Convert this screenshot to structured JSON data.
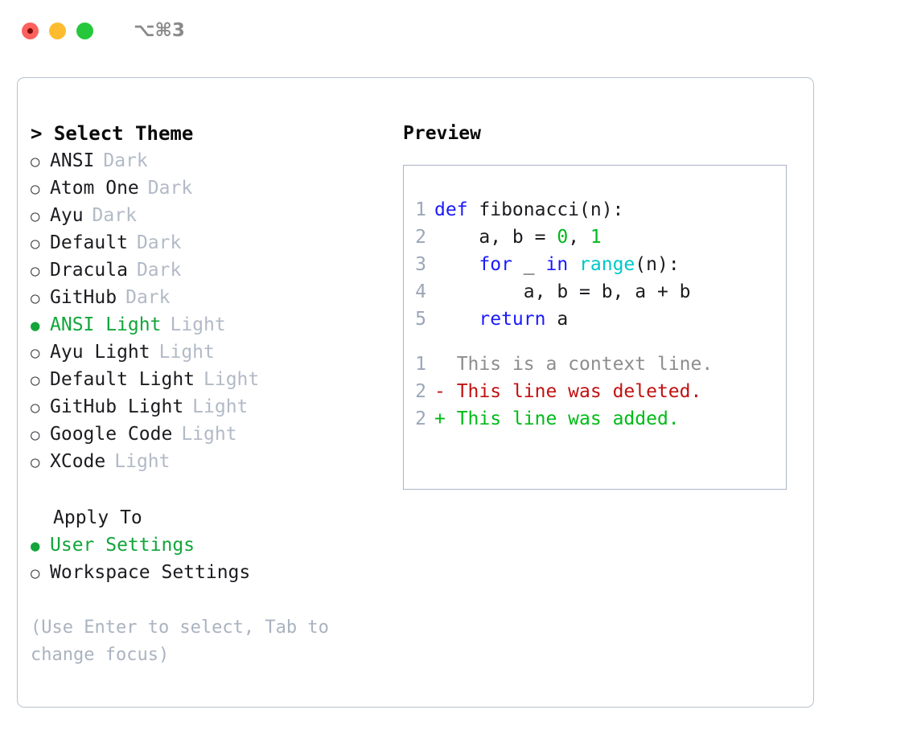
{
  "window": {
    "shortcut_label": "⌥⌘3",
    "traffic_lights": [
      {
        "name": "close",
        "color": "#fc615d"
      },
      {
        "name": "minimize",
        "color": "#fdbc2f"
      },
      {
        "name": "maximize",
        "color": "#25c83b"
      }
    ]
  },
  "theme_selector": {
    "header": "> Select Theme",
    "items": [
      {
        "bullet": "○",
        "name": "ANSI",
        "suffix": "Dark",
        "selected": false
      },
      {
        "bullet": "○",
        "name": "Atom One",
        "suffix": "Dark",
        "selected": false
      },
      {
        "bullet": "○",
        "name": "Ayu",
        "suffix": "Dark",
        "selected": false
      },
      {
        "bullet": "○",
        "name": "Default",
        "suffix": "Dark",
        "selected": false
      },
      {
        "bullet": "○",
        "name": "Dracula",
        "suffix": "Dark",
        "selected": false
      },
      {
        "bullet": "○",
        "name": "GitHub",
        "suffix": "Dark",
        "selected": false
      },
      {
        "bullet": "●",
        "name": "ANSI Light",
        "suffix": "Light",
        "selected": true
      },
      {
        "bullet": "○",
        "name": "Ayu Light",
        "suffix": "Light",
        "selected": false
      },
      {
        "bullet": "○",
        "name": "Default Light",
        "suffix": "Light",
        "selected": false
      },
      {
        "bullet": "○",
        "name": "GitHub Light",
        "suffix": "Light",
        "selected": false
      },
      {
        "bullet": "○",
        "name": "Google Code",
        "suffix": "Light",
        "selected": false
      },
      {
        "bullet": "○",
        "name": "XCode",
        "suffix": "Light",
        "selected": false
      }
    ]
  },
  "apply_to": {
    "label": "Apply To",
    "options": [
      {
        "bullet": "●",
        "name": "User Settings",
        "selected": true
      },
      {
        "bullet": "○",
        "name": "Workspace Settings",
        "selected": false
      }
    ]
  },
  "hint": "(Use Enter to select, Tab to change focus)",
  "preview": {
    "title": "Preview",
    "code_lines": [
      {
        "no": "1",
        "tokens": [
          {
            "t": "def",
            "c": "kw"
          },
          {
            "t": " fibonacci(n):",
            "c": "txt"
          }
        ]
      },
      {
        "no": "2",
        "tokens": [
          {
            "t": "    a, b = ",
            "c": "txt"
          },
          {
            "t": "0",
            "c": "num"
          },
          {
            "t": ", ",
            "c": "txt"
          },
          {
            "t": "1",
            "c": "num"
          }
        ]
      },
      {
        "no": "3",
        "tokens": [
          {
            "t": "    ",
            "c": "txt"
          },
          {
            "t": "for",
            "c": "kw"
          },
          {
            "t": " _ ",
            "c": "txt"
          },
          {
            "t": "in",
            "c": "kw"
          },
          {
            "t": " ",
            "c": "txt"
          },
          {
            "t": "range",
            "c": "fn"
          },
          {
            "t": "(n):",
            "c": "txt"
          }
        ]
      },
      {
        "no": "4",
        "tokens": [
          {
            "t": "        a, b = b, a + b",
            "c": "txt"
          }
        ]
      },
      {
        "no": "5",
        "tokens": [
          {
            "t": "    ",
            "c": "txt"
          },
          {
            "t": "return",
            "c": "kw"
          },
          {
            "t": " a",
            "c": "txt"
          }
        ]
      }
    ],
    "diff_lines": [
      {
        "no": "1",
        "marker": "  ",
        "text": "This is a context line.",
        "kind": "ctx"
      },
      {
        "no": "2",
        "marker": "- ",
        "text": "This line was deleted.",
        "kind": "del"
      },
      {
        "no": "2",
        "marker": "+ ",
        "text": "This line was added.",
        "kind": "add"
      }
    ]
  },
  "colors": {
    "accent_green": "#12a53a",
    "muted": "#b2bac7",
    "keyword_blue": "#1a1aff",
    "function_cyan": "#00c7c7",
    "number_green": "#00b81e",
    "diff_delete_red": "#c21111",
    "diff_add_green": "#00bb16",
    "border": "#b9c1cf"
  }
}
